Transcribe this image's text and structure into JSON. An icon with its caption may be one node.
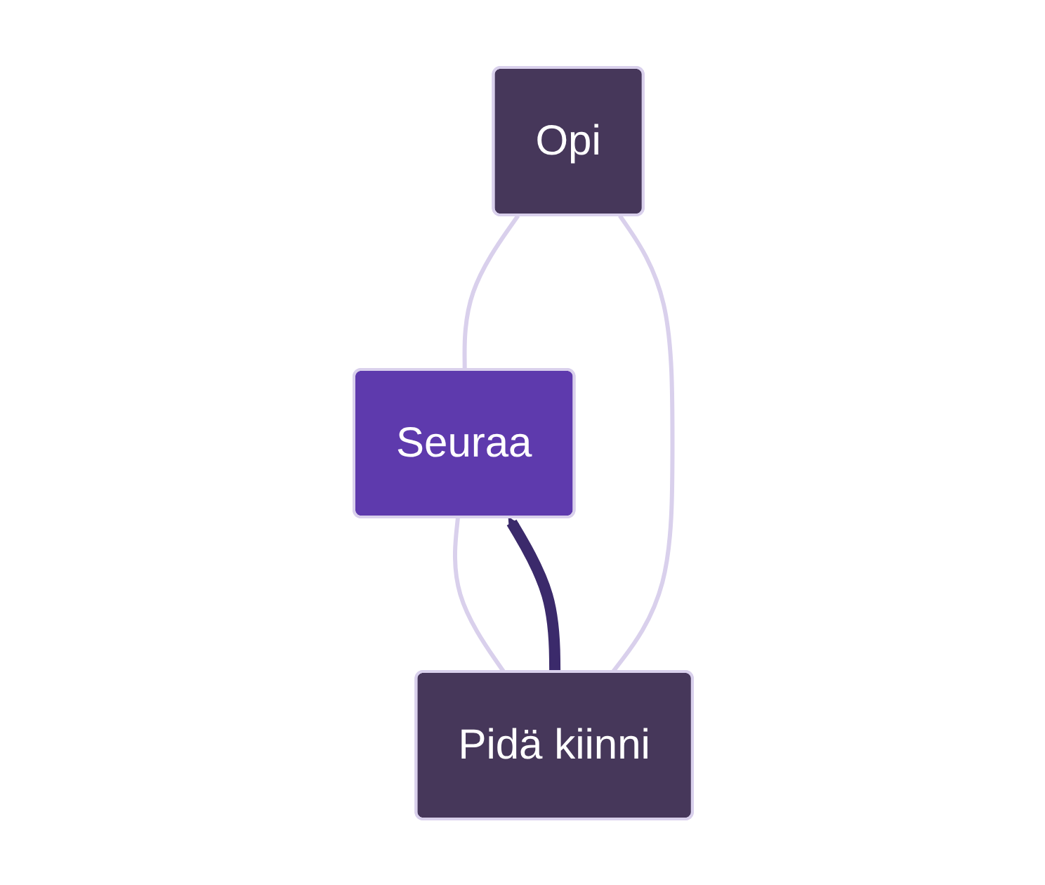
{
  "diagram": {
    "nodes": [
      {
        "text": [
          "Opi"
        ]
      },
      {
        "text": [
          "Pidä kiinni"
        ]
      },
      {
        "text": [
          "Seuraa"
        ]
      }
    ],
    "edges": [
      {
        "from": 0,
        "to": 2,
        "arrow": "none"
      },
      {
        "from": 2,
        "to": 1,
        "arrow": "none"
      },
      {
        "from": 1,
        "to": 0,
        "arrow": "none"
      },
      {
        "from": 1,
        "to": 2,
        "arrow": "to",
        "style": "thick",
        "color": "#3b2a6b"
      }
    ]
  }
}
